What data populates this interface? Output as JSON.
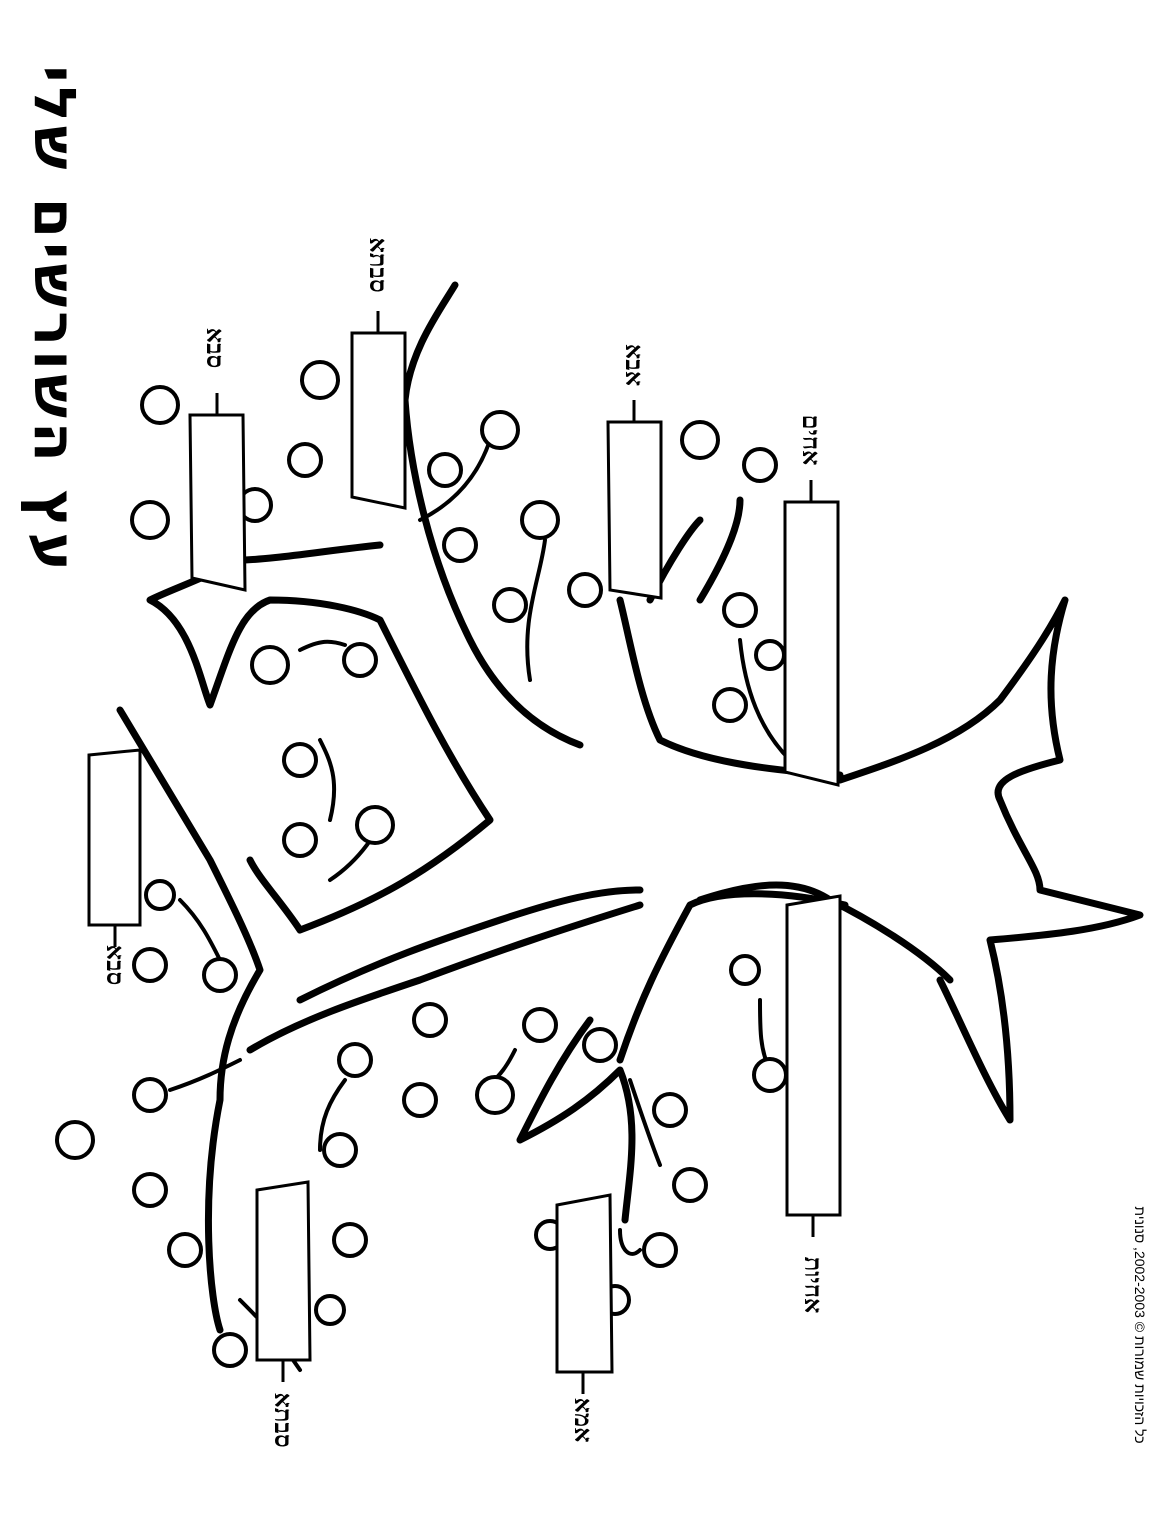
{
  "title": "עץ השורשים שלי",
  "labels": {
    "saba_paternal": "סבא",
    "savta_paternal": "סבתא",
    "aba": "אבא",
    "achim": "אחים",
    "saba_maternal": "סבא",
    "savta_maternal": "סבתא",
    "ima": "אמא",
    "achayot": "אחיות"
  },
  "copyright": "כל הזכויות שמורות © 2002-2003, סנונית"
}
